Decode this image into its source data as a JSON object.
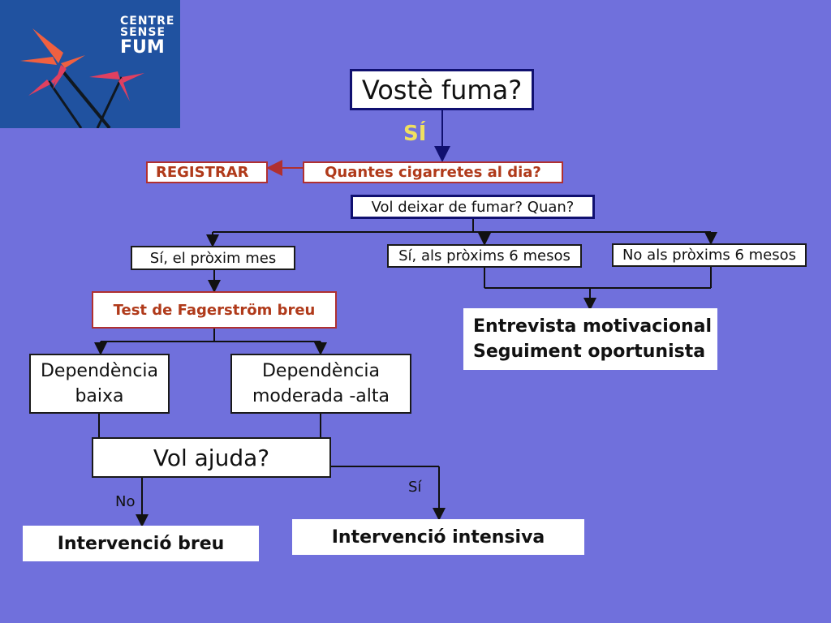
{
  "logo": {
    "line1": "CENTRE",
    "line2": "SENSE",
    "line3": "FUM"
  },
  "diagram": {
    "question_main": "Vostè fuma?",
    "yes_main": "SÍ",
    "registrar": "REGISTRAR",
    "cigarettes": "Quantes cigarretes al dia?",
    "quit_question": "Vol deixar de fumar? Quan?",
    "option_next_month": "Sí, el pròxim mes",
    "option_six_months": "Sí, als pròxims 6 mesos",
    "option_not_six_months": "No als pròxims 6 mesos",
    "fagerstrom": "Test de Fagerström breu",
    "motivational_line1": "Entrevista motivacional",
    "motivational_line2": "Seguiment oportunista",
    "dep_low_line1": "Dependència",
    "dep_low_line2": "baixa",
    "dep_high_line1": "Dependència",
    "dep_high_line2": "moderada -alta",
    "want_help": "Vol ajuda?",
    "no_label": "No",
    "yes_label": "Sí",
    "brief_intervention": "Intervenció breu",
    "intensive_intervention": "Intervenció intensiva"
  },
  "colors": {
    "background": "#7070dc",
    "box_fill": "#ffffff",
    "accent_red": "#b03030",
    "navy": "#101070",
    "yes_yellow": "#f0e060"
  }
}
